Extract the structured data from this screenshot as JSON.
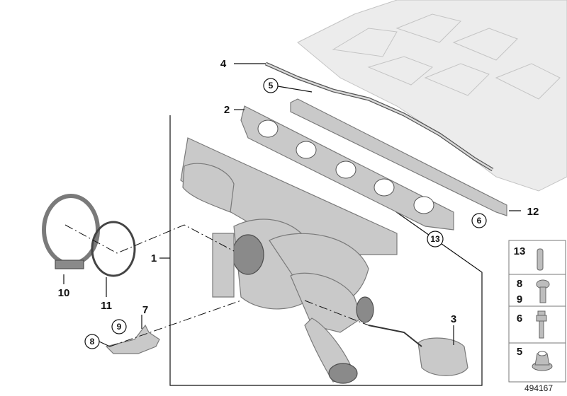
{
  "callouts": {
    "c1": "1",
    "c2": "2",
    "c3": "3",
    "c4": "4",
    "c5": "5",
    "c6": "6",
    "c7": "7",
    "c8": "8",
    "c9": "9",
    "c10": "10",
    "c11": "11",
    "c12": "12",
    "c13": "13"
  },
  "legend": {
    "row1": "13",
    "row2a": "8",
    "row2b": "9",
    "row3": "6",
    "row4": "5"
  },
  "diagram_id": "494167"
}
